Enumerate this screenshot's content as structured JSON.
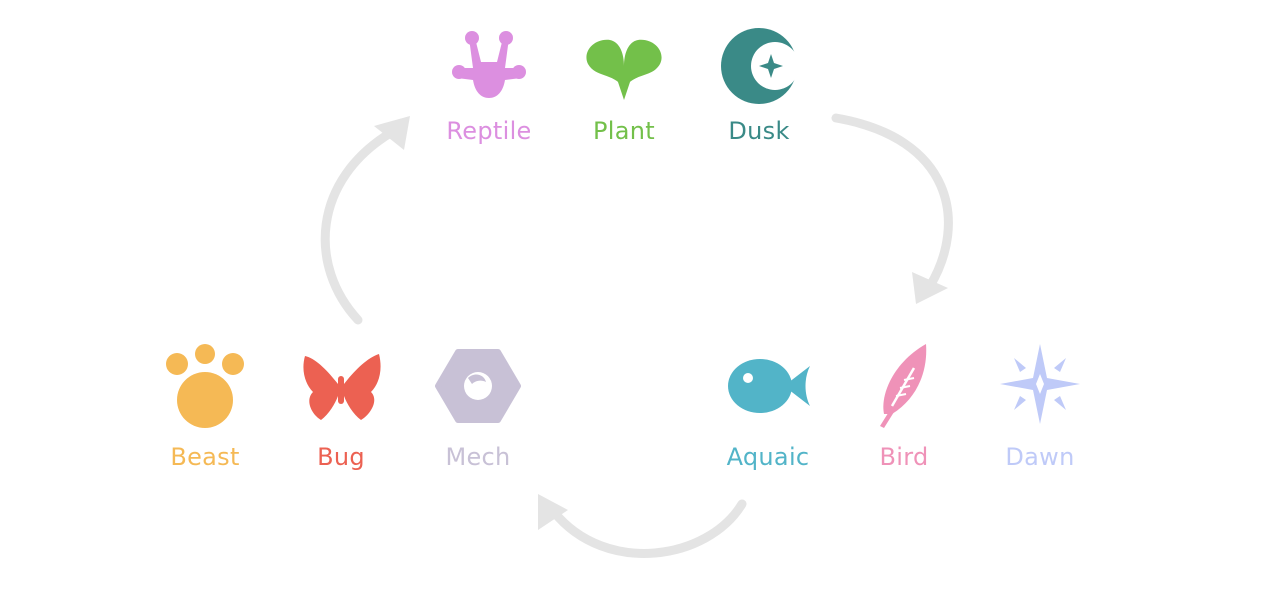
{
  "colors": {
    "arrow": "#e4e4e4",
    "reptile": "#dc8fe0",
    "plant": "#73c04a",
    "dusk": "#3a8a87",
    "beast": "#f5b955",
    "bug": "#ec6152",
    "mech": "#c8c1d6",
    "aquatic": "#52b4c8",
    "bird": "#ef92b8",
    "dawn": "#bfcaf8"
  },
  "groups": {
    "top": [
      {
        "label": "Reptile",
        "icon": "reptile-icon"
      },
      {
        "label": "Plant",
        "icon": "plant-icon"
      },
      {
        "label": "Dusk",
        "icon": "dusk-icon"
      }
    ],
    "left": [
      {
        "label": "Beast",
        "icon": "beast-icon"
      },
      {
        "label": "Bug",
        "icon": "bug-icon"
      },
      {
        "label": "Mech",
        "icon": "mech-icon"
      }
    ],
    "right": [
      {
        "label": "Aquaic",
        "icon": "aquatic-icon"
      },
      {
        "label": "Bird",
        "icon": "bird-icon"
      },
      {
        "label": "Dawn",
        "icon": "dawn-icon"
      }
    ]
  }
}
